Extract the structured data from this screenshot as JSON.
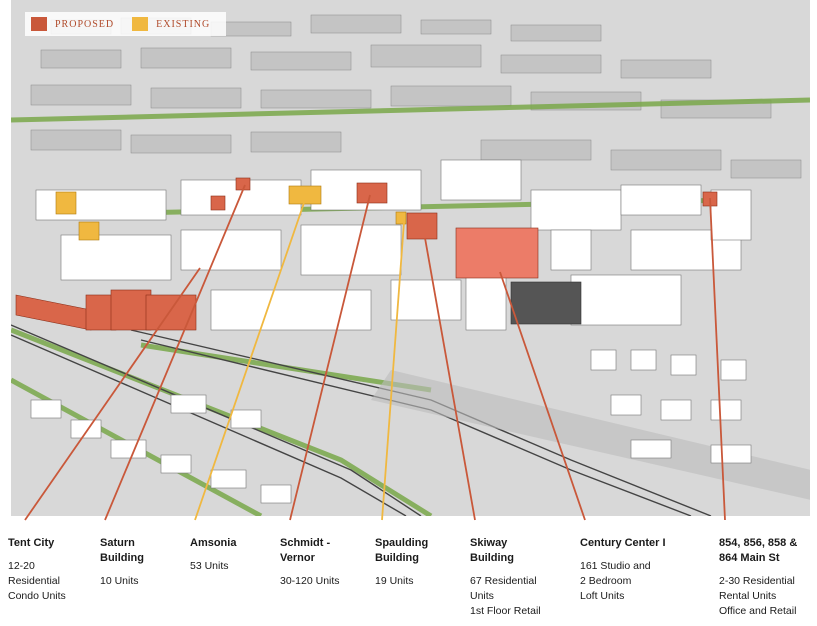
{
  "legend": {
    "proposed_label": "PROPOSED",
    "existing_label": "EXISTING",
    "proposed_color": "#c9583a",
    "existing_color": "#f0b840"
  },
  "sites": [
    {
      "title": "Tent City",
      "detail": "12-20\nResidential\nCondo Units",
      "status": "proposed"
    },
    {
      "title": "Saturn\nBuilding",
      "detail": "10 Units",
      "status": "proposed"
    },
    {
      "title": "Amsonia",
      "detail": "53 Units",
      "status": "existing"
    },
    {
      "title": "Schmidt -\nVernor",
      "detail": "30-120 Units",
      "status": "proposed"
    },
    {
      "title": "Spaulding\nBuilding",
      "detail": "19 Units",
      "status": "existing"
    },
    {
      "title": "Skiway\nBuilding",
      "detail": "67 Residential\nUnits\n1st Floor Retail",
      "status": "proposed"
    },
    {
      "title": "Century Center I",
      "detail": "161 Studio and\n2 Bedroom\nLoft Units",
      "status": "proposed"
    },
    {
      "title": "854, 856, 858 &\n864 Main St",
      "detail": "2-30 Residential\nRental Units\nOffice and Retail",
      "status": "proposed"
    }
  ]
}
